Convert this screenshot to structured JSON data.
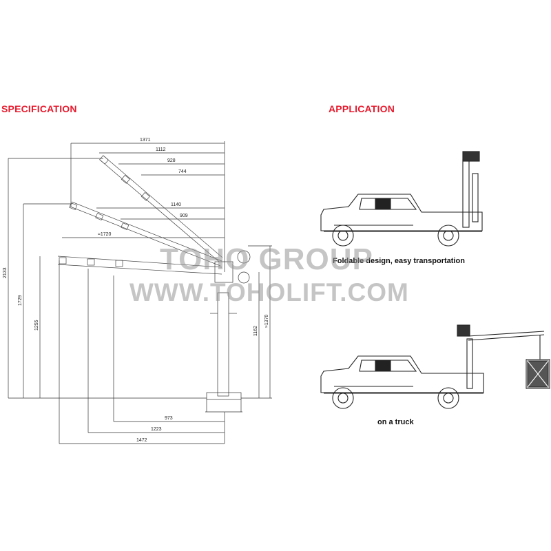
{
  "headings": {
    "specification": "SPECIFICATION",
    "application": "APPLICATION"
  },
  "captions": {
    "folded": "Foldable design, easy transportation",
    "truck": "on a truck"
  },
  "watermark": {
    "line1": "TOHO GROUP",
    "line2": "WWW.TOHOLIFT.COM"
  },
  "dimensions": {
    "top_1371": "1371",
    "top_1112": "1112",
    "top_928": "928",
    "top_744": "744",
    "mid_1140": "1140",
    "mid_909": "909",
    "mid_1720": "≈1720",
    "h_2133": "2133",
    "h_1729": "1729",
    "h_1255": "1255",
    "h_1162": "1162",
    "h_1370": "≈1370",
    "bot_973": "973",
    "bot_1223": "1223",
    "bot_1472": "1472"
  },
  "colors": {
    "heading": "#e8192c",
    "line": "#333333"
  }
}
